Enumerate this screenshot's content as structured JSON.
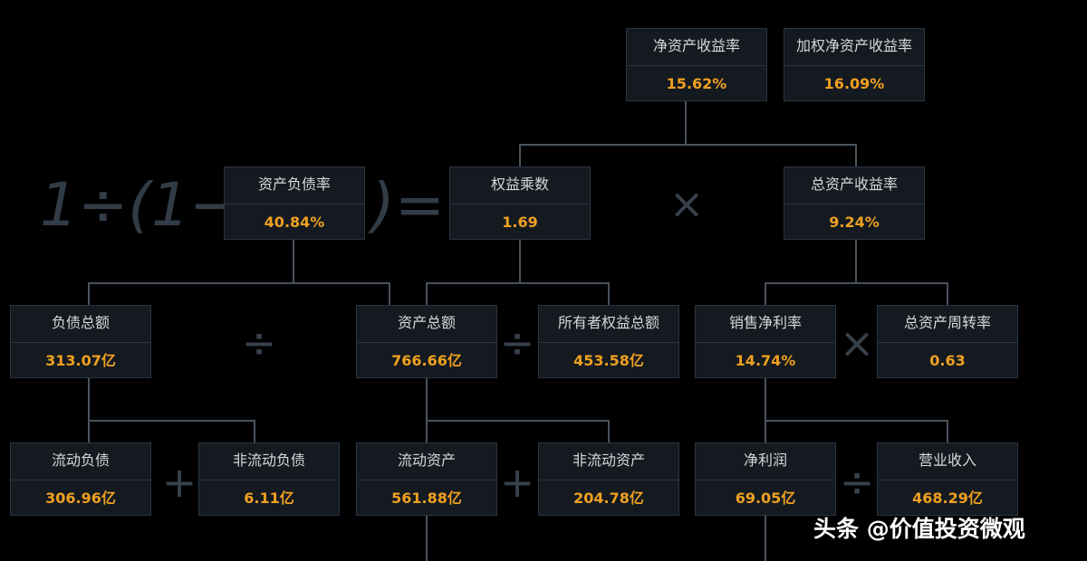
{
  "nodes": {
    "roe": {
      "label": "净资产收益率",
      "value": "15.62%"
    },
    "weighted_roe": {
      "label": "加权净资产收益率",
      "value": "16.09%"
    },
    "debt_ratio": {
      "label": "资产负债率",
      "value": "40.84%"
    },
    "equity_multiplier": {
      "label": "权益乘数",
      "value": "1.69"
    },
    "roa": {
      "label": "总资产收益率",
      "value": "9.24%"
    },
    "total_liabilities": {
      "label": "负债总额",
      "value": "313.07亿"
    },
    "total_assets": {
      "label": "资产总额",
      "value": "766.66亿"
    },
    "owners_equity": {
      "label": "所有者权益总额",
      "value": "453.58亿"
    },
    "net_margin": {
      "label": "销售净利率",
      "value": "14.74%"
    },
    "asset_turnover": {
      "label": "总资产周转率",
      "value": "0.63"
    },
    "current_liabilities": {
      "label": "流动负债",
      "value": "306.96亿"
    },
    "noncurrent_liabilities": {
      "label": "非流动负债",
      "value": "6.11亿"
    },
    "current_assets": {
      "label": "流动资产",
      "value": "561.88亿"
    },
    "noncurrent_assets": {
      "label": "非流动资产",
      "value": "204.78亿"
    },
    "net_profit": {
      "label": "净利润",
      "value": "69.05亿"
    },
    "revenue": {
      "label": "营业收入",
      "value": "468.29亿"
    }
  },
  "formula": {
    "left": "1÷(1−",
    "right": ")="
  },
  "operators": {
    "times": "×",
    "divide": "÷",
    "plus": "+"
  },
  "watermark": "头条 @价值投资微观"
}
